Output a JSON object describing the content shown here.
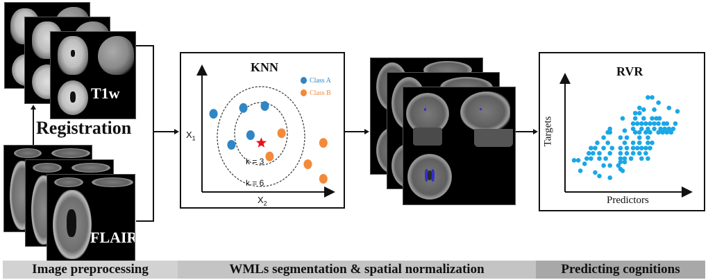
{
  "preprocessing": {
    "t1_label": "T1w",
    "flair_label": "FLAIR",
    "registration_label": "Registration"
  },
  "knn": {
    "title": "KNN",
    "legend": [
      {
        "label": "Class A",
        "color": "#2f86c4"
      },
      {
        "label": "Class B",
        "color": "#f28a3a"
      }
    ],
    "x_axis_label": "X",
    "x_axis_sub": "2",
    "y_axis_label": "X",
    "y_axis_sub": "1",
    "k3_label": "k = 3",
    "k6_label": "k = 6",
    "query_color": "#e8141c",
    "class_a_points": [
      [
        0.05,
        0.72
      ],
      [
        0.3,
        0.78
      ],
      [
        0.48,
        0.8
      ],
      [
        0.36,
        0.5
      ],
      [
        0.2,
        0.4
      ]
    ],
    "class_b_points": [
      [
        0.62,
        0.52
      ],
      [
        0.52,
        0.28
      ],
      [
        0.84,
        0.2
      ],
      [
        0.97,
        0.42
      ],
      [
        0.97,
        0.05
      ]
    ],
    "query_point": [
      0.45,
      0.42
    ]
  },
  "segmentation": {
    "mask_color": "#3030c8"
  },
  "rvr": {
    "title": "RVR",
    "x_axis_label": "Predictors",
    "y_axis_label": "Targets",
    "point_color": "#1aa7e6",
    "points": [
      [
        0.72,
        0.94
      ],
      [
        0.76,
        0.94
      ],
      [
        0.82,
        0.88
      ],
      [
        0.92,
        0.82
      ],
      [
        1.0,
        0.78
      ],
      [
        0.64,
        0.82
      ],
      [
        0.68,
        0.8
      ],
      [
        0.78,
        0.8
      ],
      [
        0.6,
        0.76
      ],
      [
        0.64,
        0.76
      ],
      [
        0.48,
        0.7
      ],
      [
        0.6,
        0.7
      ],
      [
        0.68,
        0.7
      ],
      [
        0.76,
        0.7
      ],
      [
        0.8,
        0.7
      ],
      [
        0.83,
        0.7
      ],
      [
        0.58,
        0.64
      ],
      [
        0.62,
        0.64
      ],
      [
        0.66,
        0.64
      ],
      [
        0.7,
        0.64
      ],
      [
        0.74,
        0.64
      ],
      [
        0.78,
        0.64
      ],
      [
        0.82,
        0.64
      ],
      [
        0.87,
        0.64
      ],
      [
        0.9,
        0.64
      ],
      [
        0.98,
        0.64
      ],
      [
        0.36,
        0.58
      ],
      [
        0.5,
        0.56
      ],
      [
        0.58,
        0.58
      ],
      [
        0.66,
        0.58
      ],
      [
        0.72,
        0.58
      ],
      [
        0.78,
        0.58
      ],
      [
        0.84,
        0.58
      ],
      [
        0.88,
        0.58
      ],
      [
        0.92,
        0.58
      ],
      [
        0.96,
        0.58
      ],
      [
        0.34,
        0.54
      ],
      [
        0.36,
        0.54
      ],
      [
        0.6,
        0.54
      ],
      [
        0.64,
        0.54
      ],
      [
        0.7,
        0.54
      ],
      [
        0.74,
        0.54
      ],
      [
        0.82,
        0.54
      ],
      [
        0.86,
        0.54
      ],
      [
        0.9,
        0.54
      ],
      [
        0.94,
        0.54
      ],
      [
        0.3,
        0.48
      ],
      [
        0.46,
        0.48
      ],
      [
        0.52,
        0.48
      ],
      [
        0.64,
        0.48
      ],
      [
        0.72,
        0.48
      ],
      [
        0.24,
        0.42
      ],
      [
        0.34,
        0.42
      ],
      [
        0.5,
        0.42
      ],
      [
        0.58,
        0.42
      ],
      [
        0.64,
        0.42
      ],
      [
        0.72,
        0.42
      ],
      [
        0.76,
        0.42
      ],
      [
        0.18,
        0.36
      ],
      [
        0.22,
        0.36
      ],
      [
        0.3,
        0.36
      ],
      [
        0.38,
        0.36
      ],
      [
        0.46,
        0.36
      ],
      [
        0.52,
        0.36
      ],
      [
        0.58,
        0.36
      ],
      [
        0.62,
        0.36
      ],
      [
        0.66,
        0.36
      ],
      [
        0.7,
        0.36
      ],
      [
        0.74,
        0.36
      ],
      [
        0.16,
        0.3
      ],
      [
        0.2,
        0.3
      ],
      [
        0.26,
        0.3
      ],
      [
        0.36,
        0.3
      ],
      [
        0.46,
        0.3
      ],
      [
        0.52,
        0.3
      ],
      [
        0.58,
        0.3
      ],
      [
        0.64,
        0.3
      ],
      [
        0.7,
        0.3
      ],
      [
        0.14,
        0.24
      ],
      [
        0.18,
        0.24
      ],
      [
        0.26,
        0.24
      ],
      [
        0.32,
        0.24
      ],
      [
        0.46,
        0.24
      ],
      [
        0.5,
        0.24
      ],
      [
        0.56,
        0.24
      ],
      [
        0.66,
        0.24
      ],
      [
        0.72,
        0.24
      ],
      [
        0.02,
        0.22
      ],
      [
        0.06,
        0.22
      ],
      [
        0.12,
        0.18
      ],
      [
        0.3,
        0.16
      ],
      [
        0.36,
        0.16
      ],
      [
        0.46,
        0.2
      ],
      [
        0.5,
        0.2
      ],
      [
        0.44,
        0.16
      ],
      [
        0.08,
        0.1
      ],
      [
        0.22,
        0.08
      ],
      [
        0.26,
        0.04
      ],
      [
        0.36,
        0.02
      ],
      [
        0.46,
        0.12
      ],
      [
        0.48,
        0.1
      ]
    ]
  },
  "stages": [
    {
      "label": "Image preprocessing",
      "color": "#d2d2d2"
    },
    {
      "label": "WMLs segmentation & spatial normalization",
      "color": "#c4c4c4"
    },
    {
      "label": "Predicting cognitions",
      "color": "#a8a8a8"
    }
  ]
}
